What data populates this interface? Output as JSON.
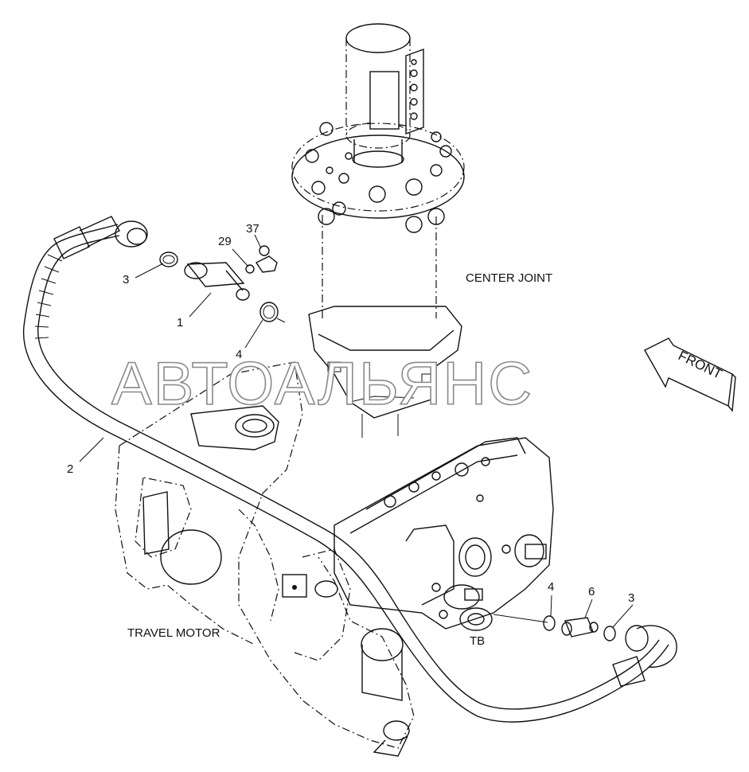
{
  "labels": {
    "center_joint": "CENTER JOINT",
    "travel_motor": "TRAVEL MOTOR",
    "tb": "TB",
    "front": "FRONT"
  },
  "watermark": "АВТОАЛЬЯНС",
  "callouts": {
    "c1": "1",
    "c2": "2",
    "c3_top": "3",
    "c3_bottom": "3",
    "c4_top": "4",
    "c4_bottom": "4",
    "c6": "6",
    "c29": "29",
    "c37": "37"
  },
  "colors": {
    "line": "#111111",
    "watermark_stroke": "#8a8a8a",
    "background": "#ffffff"
  }
}
